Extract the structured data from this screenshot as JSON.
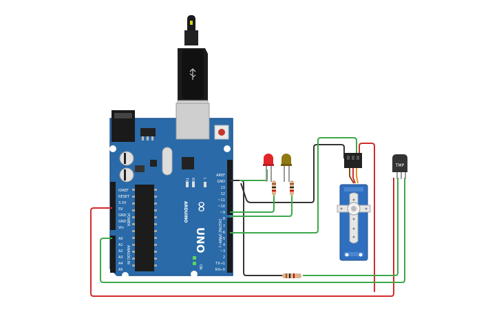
{
  "board": {
    "name": "ARDUINO",
    "model": "UNO",
    "logo_symbol": "∞",
    "tx_label": "TX",
    "rx_label": "RX",
    "l_label": "L",
    "on_label": "ON",
    "power_section": "POWER",
    "analog_section": "ANALOG IN",
    "digital_section": "DIGITAL (PWM~)",
    "power_pins": [
      "IOREF",
      "RESET",
      "3.3V",
      "5V",
      "GND",
      "GND",
      "Vin"
    ],
    "analog_pins": [
      "A0",
      "A1",
      "A2",
      "A3",
      "A4",
      "A5"
    ],
    "digital_pins_top": [
      "AREF",
      "GND",
      "13",
      "12",
      "~11",
      "~10",
      "~9",
      "8"
    ],
    "digital_pins_bottom": [
      "7",
      "~6",
      "~5",
      "4",
      "~3",
      "2",
      "TX→1",
      "RX←0"
    ]
  },
  "components": {
    "temp_sensor_label": "TMP",
    "leds": [
      {
        "color": "#e0262a",
        "name": "red"
      },
      {
        "color": "#8f7a12",
        "name": "yellow"
      }
    ]
  },
  "colors": {
    "board": "#2a6aa8",
    "wire_green": "#3aa84a",
    "wire_red": "#d12a2a",
    "wire_black": "#333333",
    "servo": "#2f6fc0"
  }
}
